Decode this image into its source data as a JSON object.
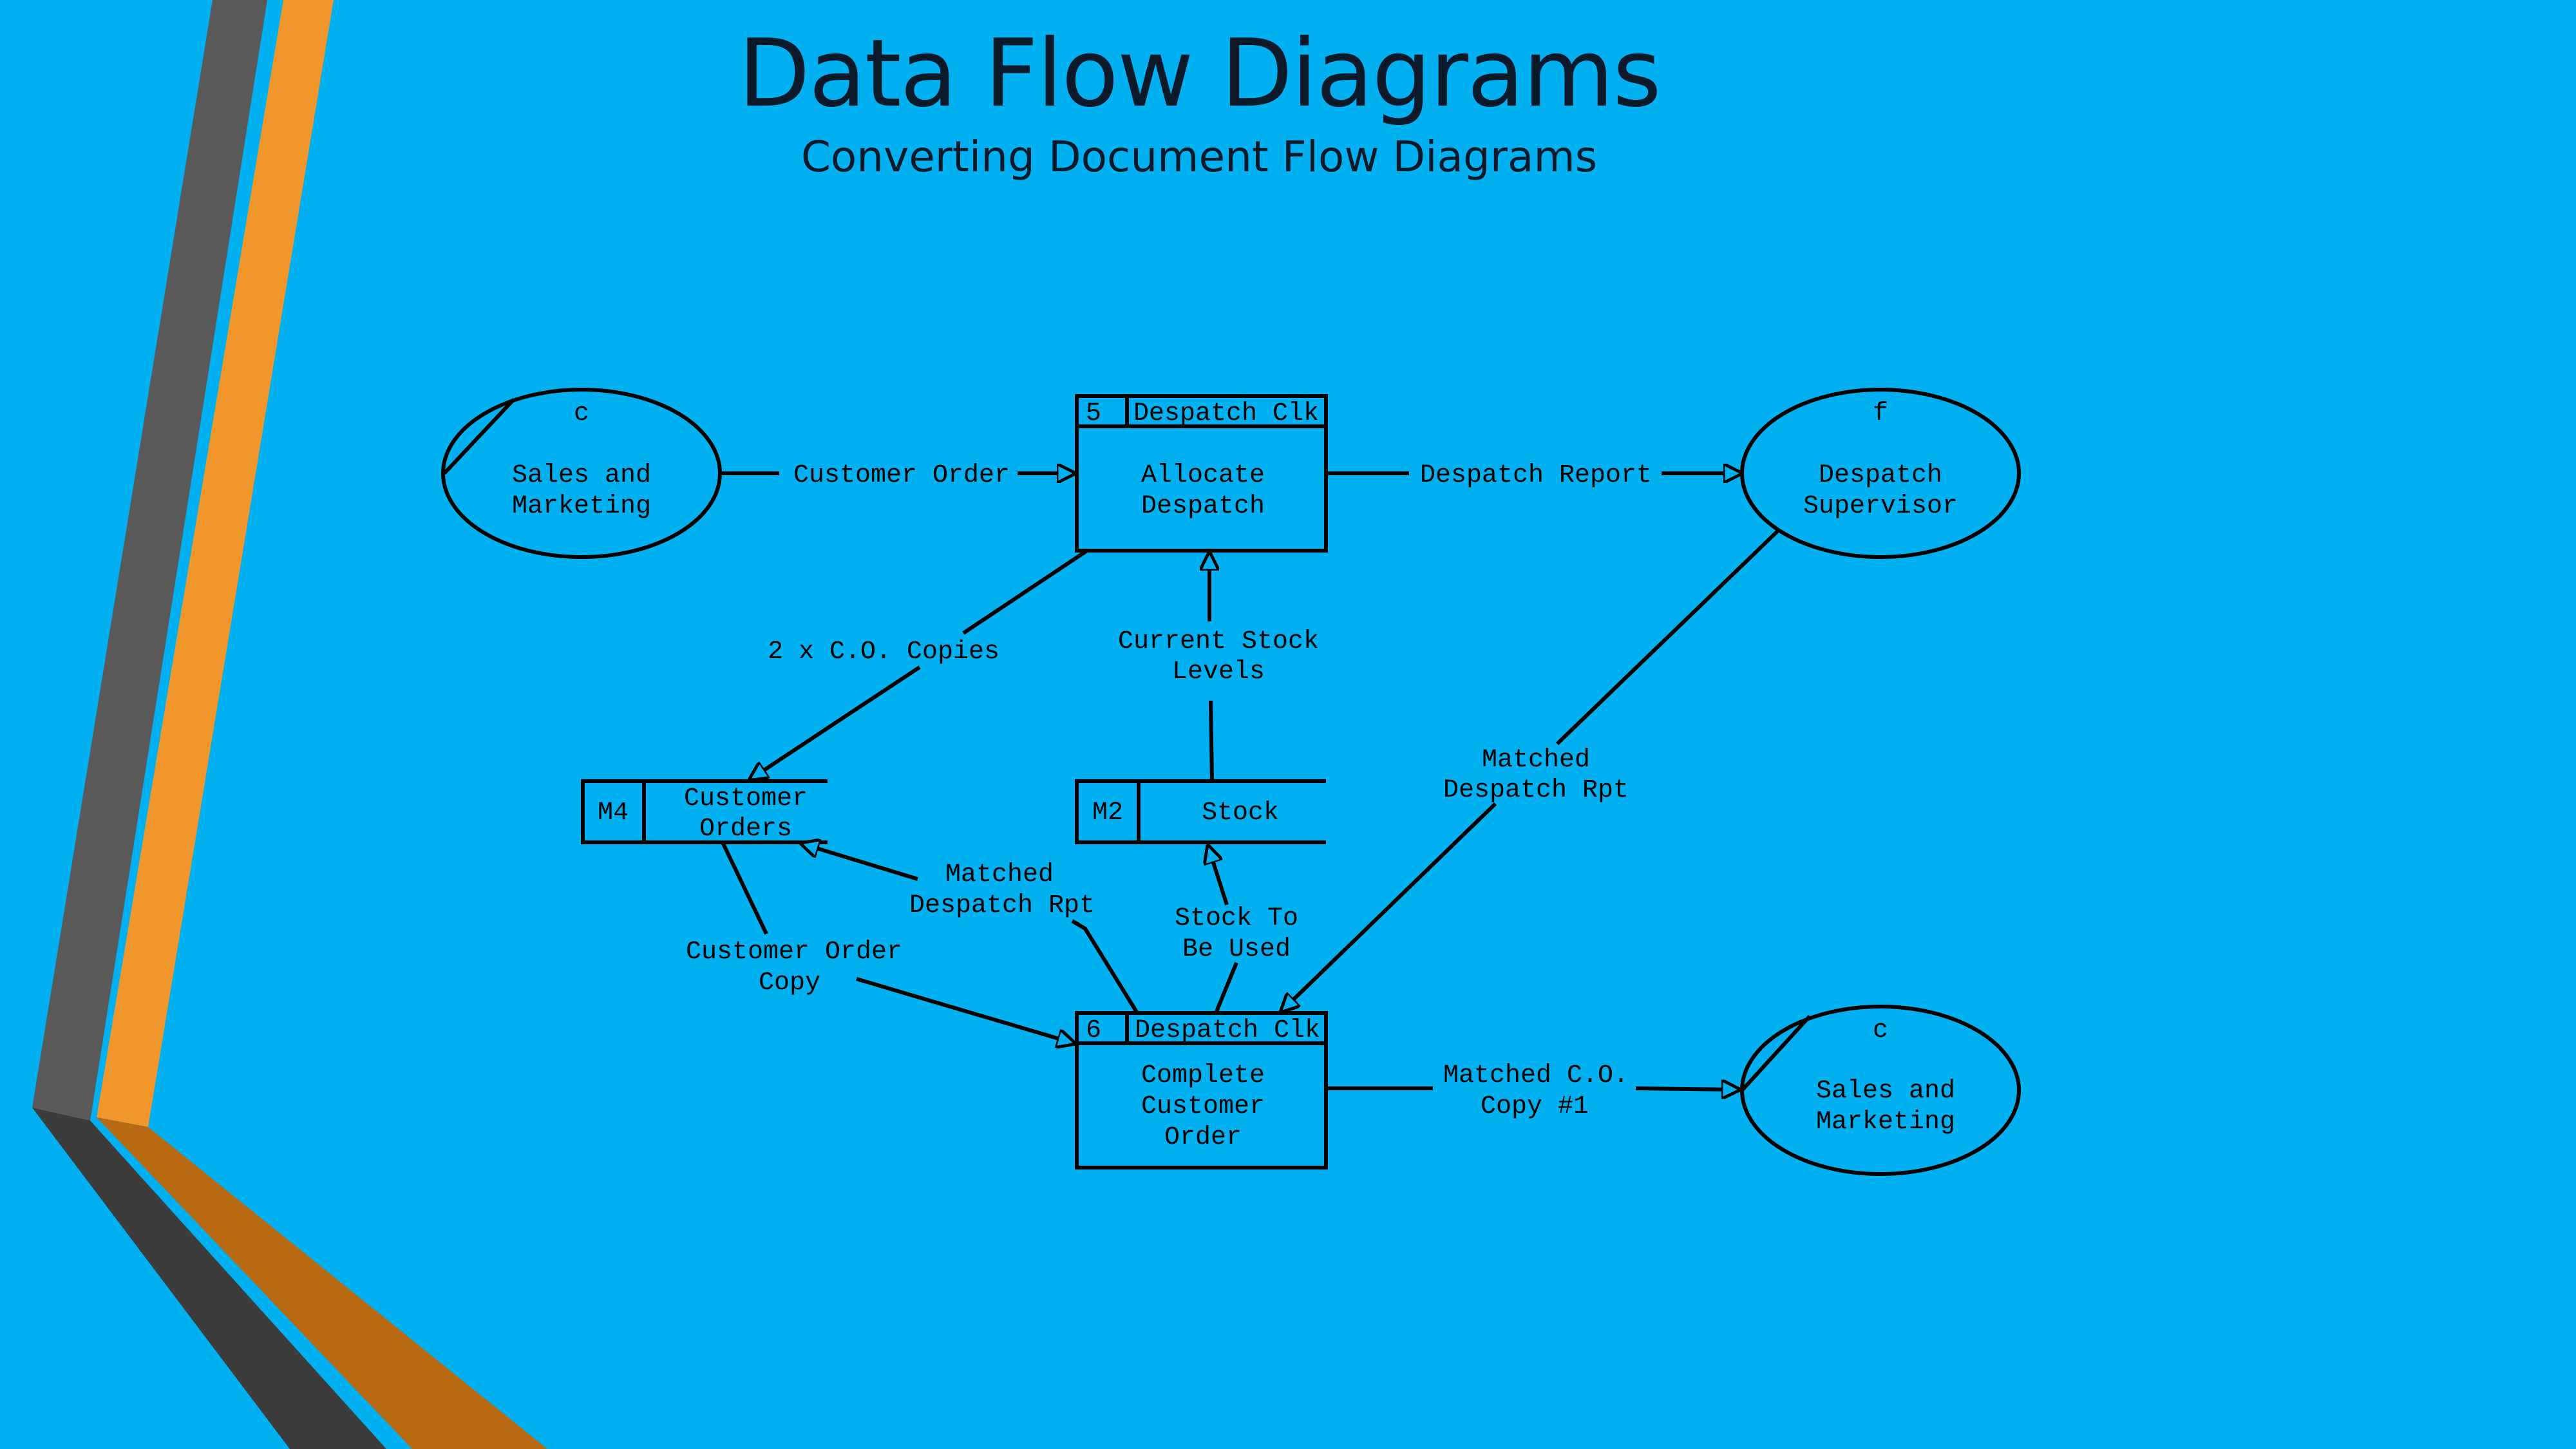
{
  "slide": {
    "title": "Data Flow Diagrams",
    "subtitle": "Converting Document Flow Diagrams"
  },
  "colors": {
    "background": "#00b0f0",
    "stripe_gray": "#5a5a5a",
    "stripe_orange": "#f0962a",
    "stripe_dark_gray": "#3c3c3c",
    "stripe_dark_orange": "#b86a12",
    "line": "#000000"
  },
  "diagram": {
    "entities": {
      "sales_top": {
        "code": "c",
        "name_l1": "Sales and",
        "name_l2": "Marketing"
      },
      "supervisor": {
        "code": "f",
        "name_l1": "Despatch",
        "name_l2": "Supervisor"
      },
      "sales_bottom": {
        "code": "c",
        "name_l1": "Sales and",
        "name_l2": "Marketing"
      }
    },
    "processes": {
      "p5": {
        "id": "5",
        "location": "Despatch Clk",
        "name_l1": "Allocate",
        "name_l2": "Despatch"
      },
      "p6": {
        "id": "6",
        "location": "Despatch Clk",
        "name_l1": "Complete",
        "name_l2": "Customer",
        "name_l3": "Order"
      }
    },
    "stores": {
      "m4": {
        "id": "M4",
        "name_l1": "Customer",
        "name_l2": "Orders"
      },
      "m2": {
        "id": "M2",
        "name_l1": "Stock"
      }
    },
    "flows": {
      "customer_order": "Customer Order",
      "despatch_report": "Despatch Report",
      "co_copies": "2 x C.O. Copies",
      "stock_levels_l1": "Current Stock",
      "stock_levels_l2": "Levels",
      "matched_rpt_right_l1": "Matched",
      "matched_rpt_right_l2": "Despatch Rpt",
      "matched_rpt_left_l1": "Matched",
      "matched_rpt_left_l2": "Despatch Rpt",
      "stock_used_l1": "Stock To",
      "stock_used_l2": "Be Used",
      "co_copy_l1": "Customer Order",
      "co_copy_l2": "Copy",
      "matched_co_l1": "Matched C.O.",
      "matched_co_l2": "Copy #1"
    }
  }
}
